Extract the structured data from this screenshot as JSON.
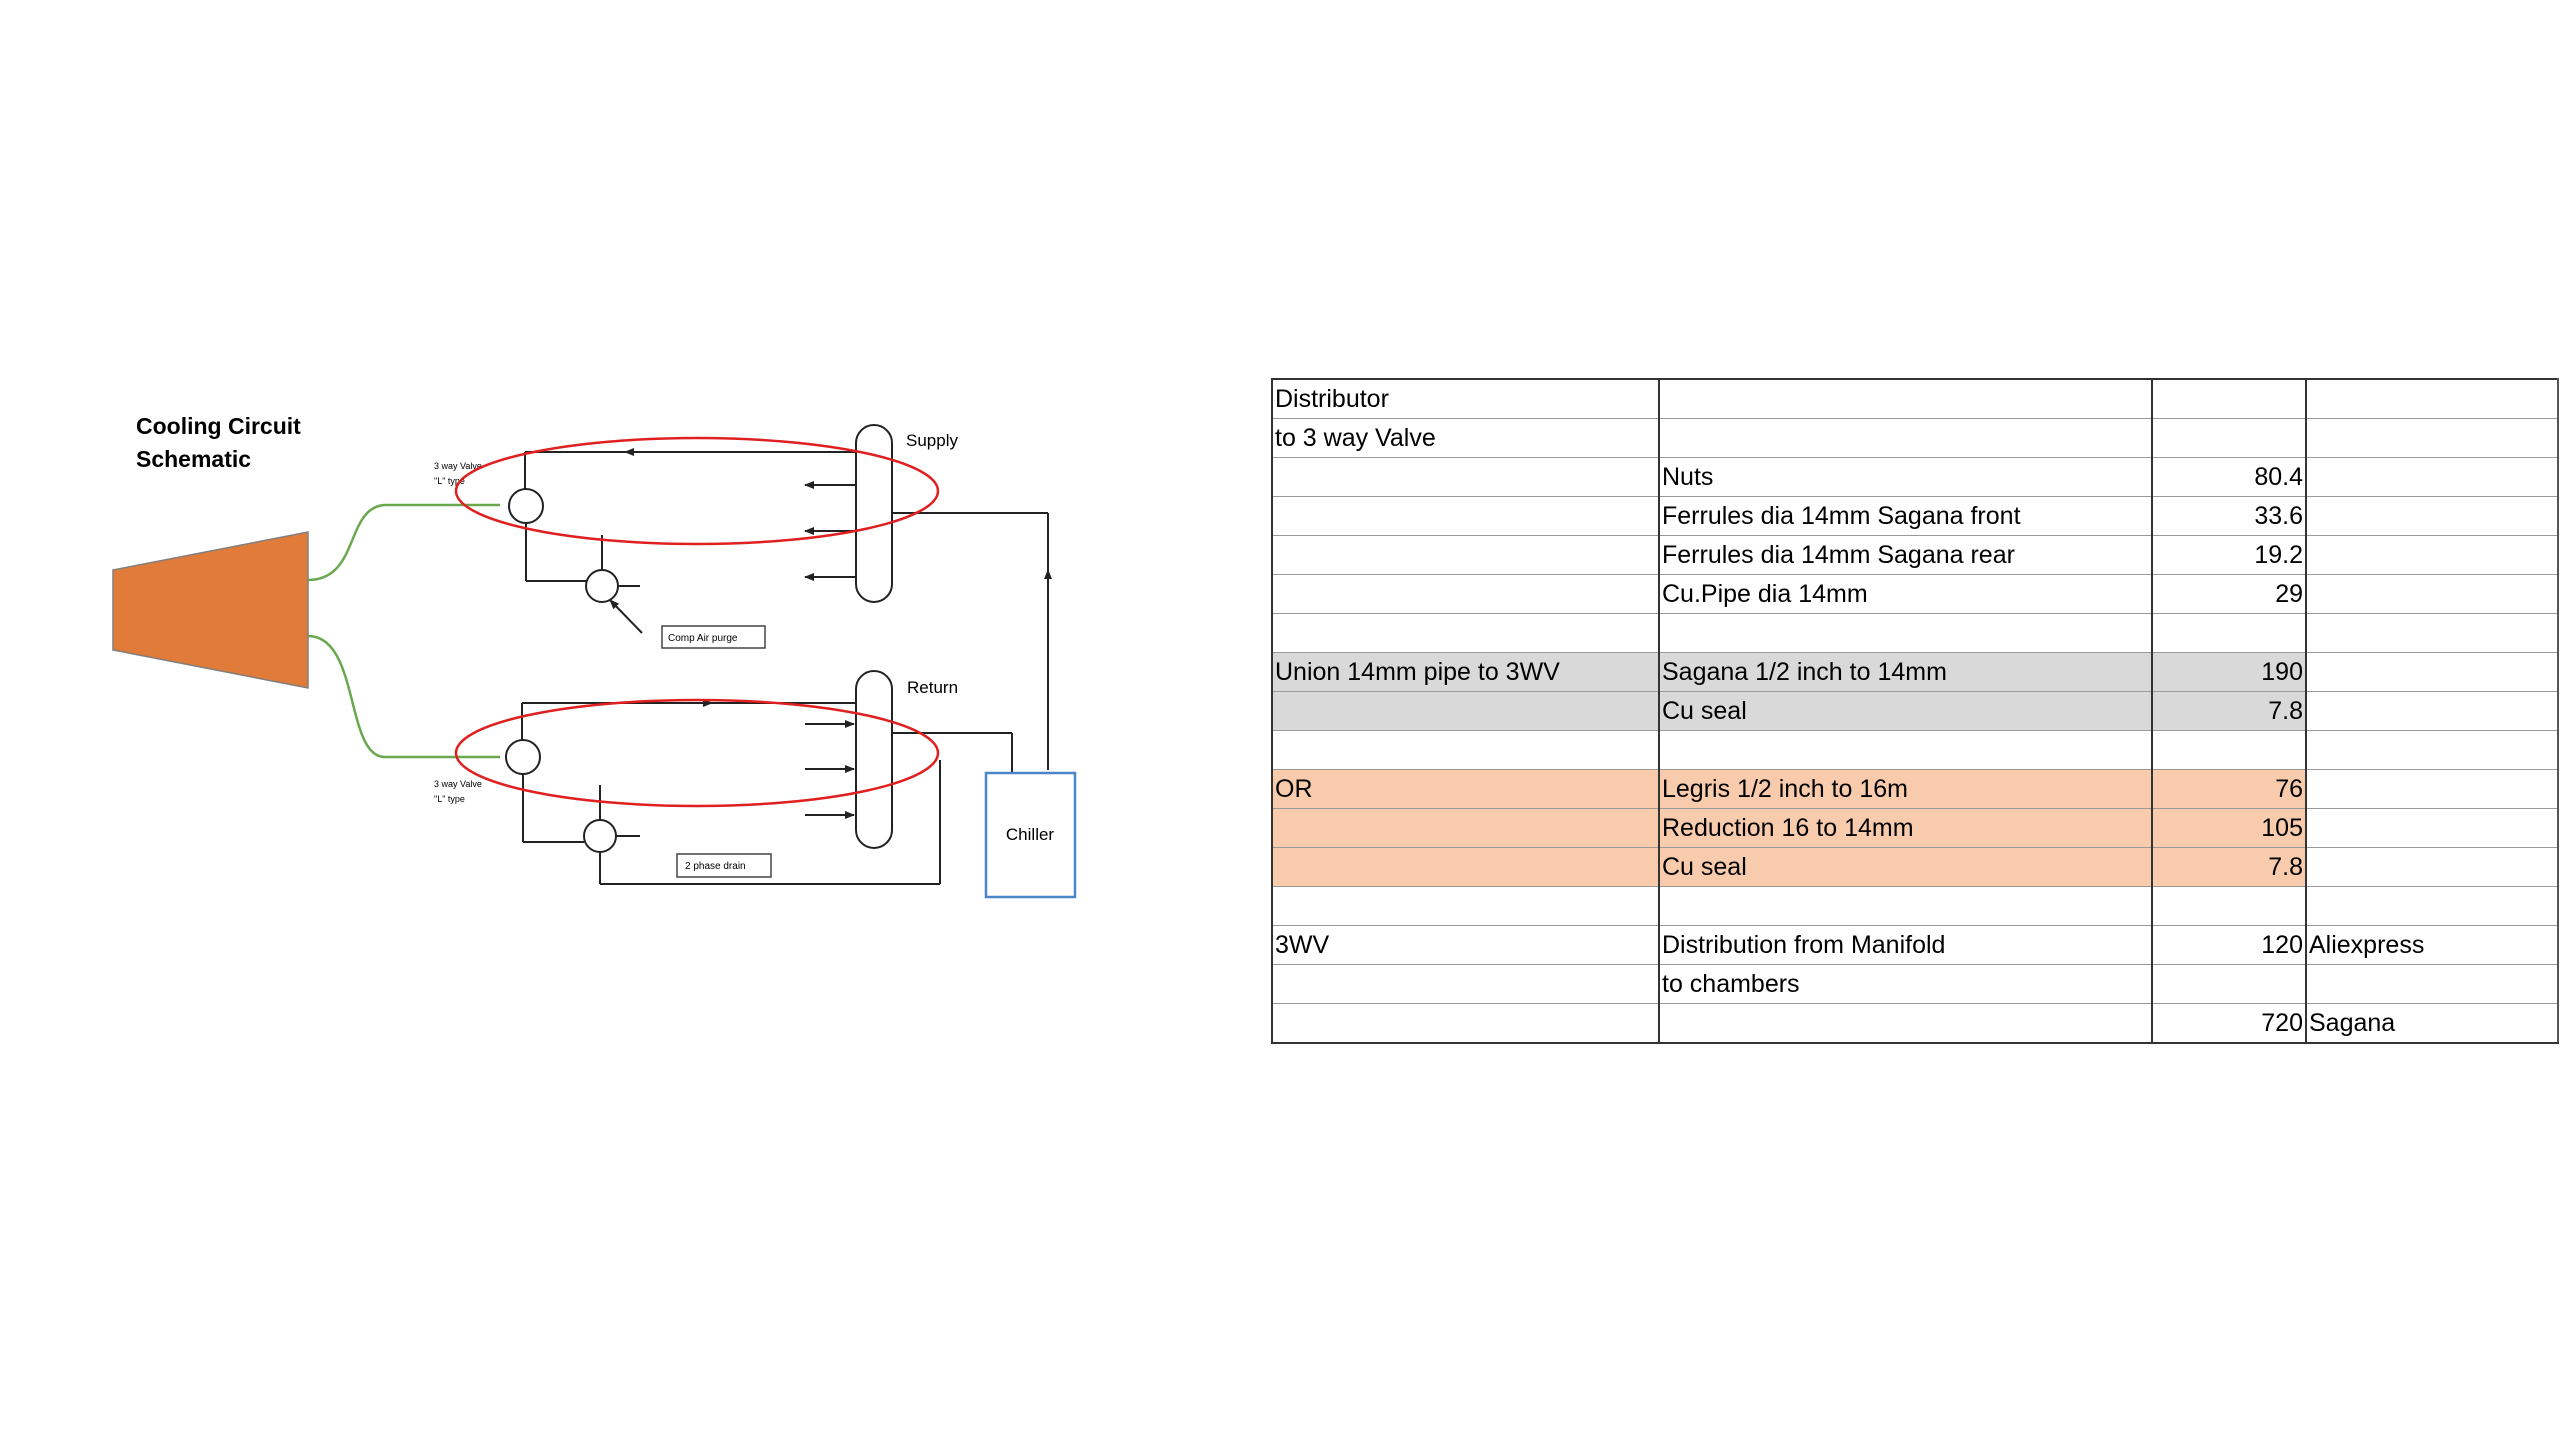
{
  "schematic": {
    "title_line1": "Cooling Circuit",
    "title_line2": "Schematic",
    "supply_label": "Supply",
    "return_label": "Return",
    "chiller_label": "Chiller",
    "valve_top_line1": "3 way Valve",
    "valve_top_line2": "\"L\" type",
    "valve_bottom_line1": "3 way Valve",
    "valve_bottom_line2": "\"L\" type",
    "comp_air_label": "Comp Air purge",
    "drain_label": "2 phase drain",
    "colors": {
      "manifold_fill": "#e07b39",
      "pipe_green": "#6aa84f",
      "highlight_ellipse": "#e02020",
      "chiller_border": "#4a86c8"
    }
  },
  "table": {
    "rows": [
      {
        "c1": "Distributor",
        "c2": "",
        "c3": "",
        "c4": "",
        "hl": ""
      },
      {
        "c1": "to 3 way Valve",
        "c2": "",
        "c3": "",
        "c4": "",
        "hl": ""
      },
      {
        "c1": "",
        "c2": "Nuts",
        "c3": "80.4",
        "c4": "",
        "hl": ""
      },
      {
        "c1": "",
        "c2": "Ferrules dia 14mm Sagana front",
        "c3": "33.6",
        "c4": "",
        "hl": ""
      },
      {
        "c1": "",
        "c2": "Ferrules dia 14mm Sagana rear",
        "c3": "19.2",
        "c4": "",
        "hl": ""
      },
      {
        "c1": "",
        "c2": "Cu.Pipe dia 14mm",
        "c3": "29",
        "c4": "",
        "hl": ""
      },
      {
        "c1": "",
        "c2": "",
        "c3": "",
        "c4": "",
        "hl": ""
      },
      {
        "c1": "Union 14mm pipe to 3WV",
        "c2": "Sagana 1/2 inch to 14mm",
        "c3": "190",
        "c4": "",
        "hl": "grey"
      },
      {
        "c1": "",
        "c2": "Cu seal",
        "c3": "7.8",
        "c4": "",
        "hl": "grey"
      },
      {
        "c1": "",
        "c2": "",
        "c3": "",
        "c4": "",
        "hl": ""
      },
      {
        "c1": "OR",
        "c2": "Legris 1/2 inch to 16m",
        "c3": "76",
        "c4": "",
        "hl": "orange"
      },
      {
        "c1": "",
        "c2": "Reduction 16 to 14mm",
        "c3": "105",
        "c4": "",
        "hl": "orange"
      },
      {
        "c1": "",
        "c2": "Cu seal",
        "c3": "7.8",
        "c4": "",
        "hl": "orange"
      },
      {
        "c1": "",
        "c2": "",
        "c3": "",
        "c4": "",
        "hl": ""
      },
      {
        "c1": "3WV",
        "c2": "Distribution from Manifold",
        "c3": "120",
        "c4": "Aliexpress",
        "hl": ""
      },
      {
        "c1": "",
        "c2": "to chambers",
        "c3": "",
        "c4": "",
        "hl": ""
      },
      {
        "c1": "",
        "c2": "",
        "c3": "720",
        "c4": "Sagana",
        "hl": ""
      }
    ],
    "colors": {
      "grey": "#d9d9d9",
      "orange": "#f8cbad"
    }
  }
}
